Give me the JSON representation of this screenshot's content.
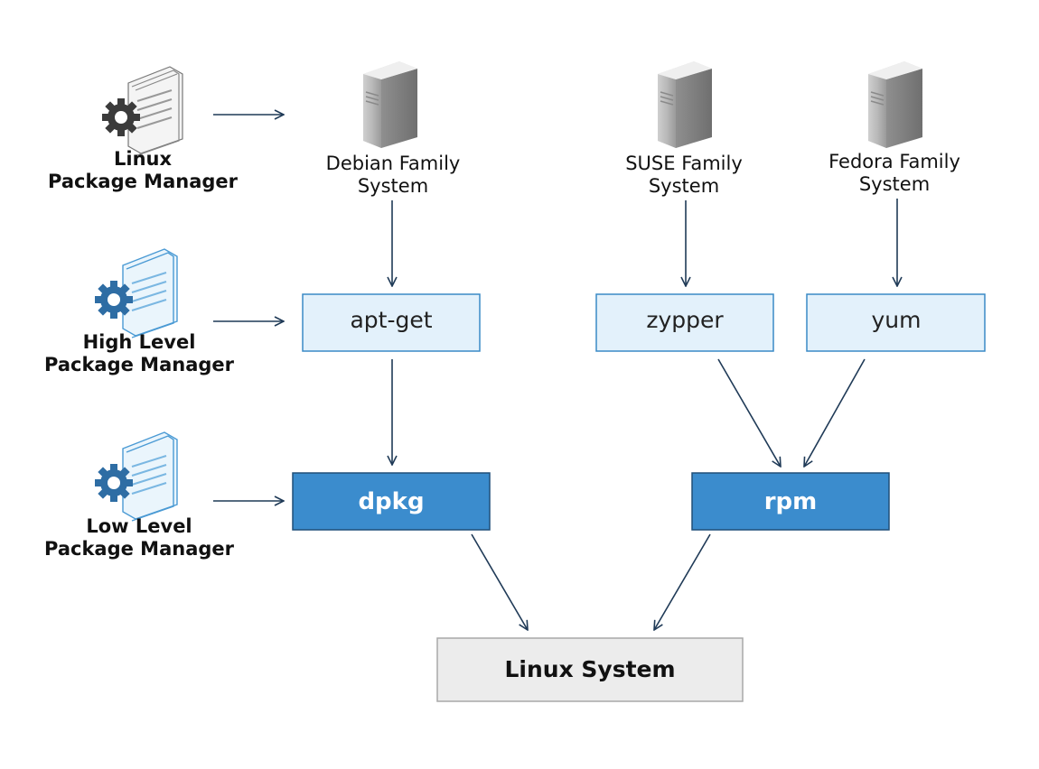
{
  "legend": {
    "top": {
      "line1": "Linux",
      "line2": "Package Manager"
    },
    "high": {
      "line1": "High Level",
      "line2": "Package Manager"
    },
    "low": {
      "line1": "Low Level",
      "line2": "Package Manager"
    }
  },
  "systems": {
    "debian": {
      "line1": "Debian Family",
      "line2": "System"
    },
    "suse": {
      "line1": "SUSE Family",
      "line2": "System"
    },
    "fedora": {
      "line1": "Fedora Family",
      "line2": "System"
    }
  },
  "high_level": {
    "aptget": "apt-get",
    "zypper": "zypper",
    "yum": "yum"
  },
  "low_level": {
    "dpkg": "dpkg",
    "rpm": "rpm"
  },
  "os": {
    "label": "Linux System"
  },
  "colors": {
    "high_fill": "#e3f1fb",
    "high_stroke": "#3a8ac6",
    "low_fill": "#3b8ccd",
    "low_stroke": "#1f4f78",
    "os_fill": "#ececec",
    "os_stroke": "#a8a8a8",
    "arrow": "#1f3a57",
    "gear": "#2e6da4",
    "gear_dark": "#444444"
  },
  "icons": {
    "legend": [
      "gear-document-icon",
      "gear-document-icon",
      "gear-document-icon"
    ],
    "system": "server-tower-icon"
  }
}
